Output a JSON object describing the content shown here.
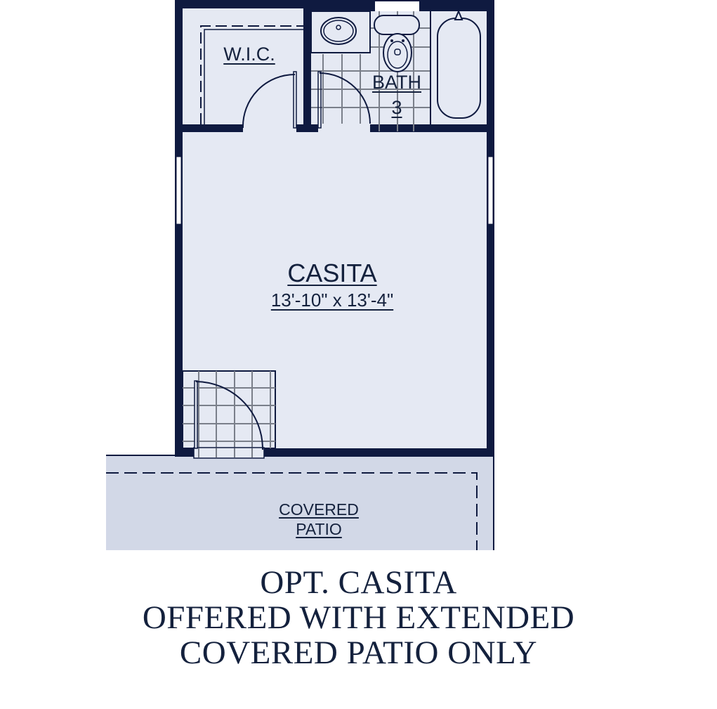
{
  "floorplan": {
    "colors": {
      "wall": "#0f1a40",
      "floor": "#e5e9f3",
      "patio": "#d2d8e7",
      "tile_line": "#7a7f8a",
      "window": "#ffffff"
    },
    "rooms": {
      "wic": {
        "label": "W.I.C."
      },
      "bath": {
        "label_line1": "BATH",
        "label_line2": "3"
      },
      "casita": {
        "label": "CASITA",
        "dimensions": "13'-10\" x 13'-4\""
      },
      "patio": {
        "label_line1": "COVERED",
        "label_line2": "PATIO"
      }
    },
    "fixtures": [
      "sink-icon",
      "toilet-icon",
      "bathtub-icon",
      "door-swing-icon",
      "window-icon"
    ]
  },
  "caption": {
    "line1": "OPT. CASITA",
    "line2": "OFFERED WITH EXTENDED",
    "line3": "COVERED PATIO ONLY"
  }
}
